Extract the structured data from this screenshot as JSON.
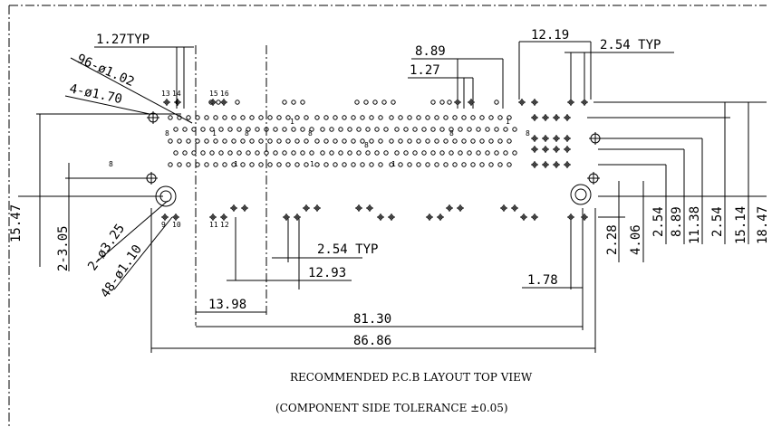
{
  "drawing": {
    "caption_line1": "RECOMMENDED P.C.B LAYOUT TOP VIEW",
    "caption_line2": "(COMPONENT SIDE TOLERANCE ±0.05)",
    "line_color": "#000000"
  },
  "dimensions": {
    "pitch_1_27_typ": "1.27TYP",
    "holes_96": "96-ø1.02",
    "holes_4": "4-ø1.70",
    "pitch_8_89": "8.89",
    "pitch_1_27": "1.27",
    "pitch_12_19": "12.19",
    "pitch_2_54_typ_top": "2.54 TYP",
    "d_15_47": "15.47",
    "d_2_3_05": "2-3.05",
    "d_2_3_25": "2-ø3.25",
    "d_48_1_10": "48-ø1.10",
    "d_2_54_typ_bottom": "2.54 TYP",
    "d_12_93": "12.93",
    "d_13_98": "13.98",
    "d_81_30": "81.30",
    "d_86_86": "86.86",
    "d_1_78": "1.78",
    "d_2_28": "2.28",
    "d_4_06": "4.06",
    "d_2_54_a": "2.54",
    "d_8_89": "8.89",
    "d_11_38": "11.38",
    "d_2_54_b": "2.54",
    "d_15_14": "15.14",
    "d_18_47": "18.47"
  },
  "pin_labels": {
    "p13": "13",
    "p14": "14",
    "p15": "15",
    "p16": "16",
    "p9": "9",
    "p10": "10",
    "p11": "11",
    "p12": "12",
    "p8a": "8",
    "p1a": "1",
    "p1b": "1",
    "p8b": "8",
    "p1c": "1",
    "p8c": "8",
    "p8d": "8",
    "p1d": "1",
    "p1e": "1",
    "p8e": "8",
    "p1f": "1",
    "p8f": "8",
    "p8g": "8"
  }
}
